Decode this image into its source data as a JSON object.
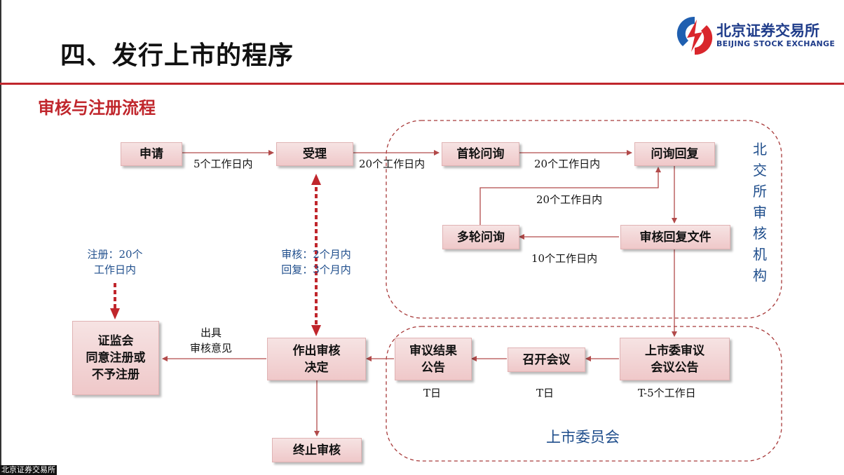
{
  "header": {
    "title": "四、发行上市的程序",
    "subtitle": "审核与注册流程",
    "logo_cn": "北京证券交易所",
    "logo_en": "BEIJING STOCK EXCHANGE"
  },
  "footer": {
    "text": "北京证券交易所"
  },
  "boxes": {
    "apply": "申请",
    "accept": "受理",
    "first_inquiry": "首轮问询",
    "inquiry_reply": "问询回复",
    "multi_inquiry": "多轮问询",
    "review_reply_file": "审核回复文件",
    "csrc": "证监会\n同意注册或\n不予注册",
    "decision": "作出审核\n决定",
    "result_notice": "审议结果\n公告",
    "hold_meeting": "召开会议",
    "committee_notice": "上市委审议\n会议公告",
    "terminate": "终止审核"
  },
  "labels": {
    "apply_accept": "5个工作日内",
    "accept_first": "20个工作日内",
    "first_reply": "20个工作日内",
    "loop": "20个工作日内",
    "review_multi": "10个工作日内",
    "register": "注册：20个\n工作日内",
    "review_reply": "审核：2个月内\n回复：3个月内",
    "issue_opinion": "出具\n审核意见",
    "t_day_1": "T日",
    "t_day_2": "T日",
    "t_minus": "T-5个工作日"
  },
  "groups": {
    "bse_review": "北交所审核机构",
    "listing_committee": "上市委员会"
  },
  "colors": {
    "accent_red": "#c0262c",
    "text_blue": "#1f4e8c",
    "box_fill": "#efc8c9",
    "arrow": "#b24a4a"
  },
  "icons": {
    "logo": "bse-lightning-logo-icon"
  }
}
